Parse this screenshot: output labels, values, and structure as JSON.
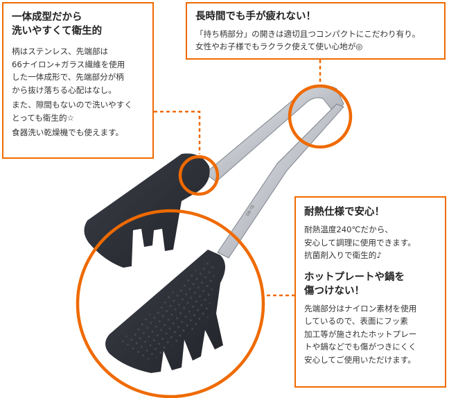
{
  "callout_molded": {
    "title_lines": [
      "一体成型だから",
      "洗いやすくて衛生的"
    ],
    "body_1_lines": [
      "柄はステンレス、先端部は",
      "66ナイロン+ガラス繊維を使用",
      "した一体成形で、先端部分が柄",
      "から抜け落ちる心配はなし。"
    ],
    "body_2_lines": [
      "また、隙間もないので洗いやすく",
      "とっても衛生的☆"
    ],
    "body_3": "食器洗い乾燥機でも使えます。"
  },
  "callout_handle": {
    "title": "長時間でも手が疲れない！",
    "body_lines": [
      "「持ち柄部分」の開きは適切且つコンパクトにこだわり有り。",
      "女性やお子様でもラクラク使えて使い心地が◎"
    ]
  },
  "callout_heat": {
    "title": "耐熱仕様で安心！",
    "body_lines": [
      "耐熱温度240℃だから、",
      "安心して調理に使用できます。",
      "抗菌剤入りで衛生的♪"
    ],
    "title_2_lines": [
      "ホットプレートや鍋を",
      "傷つけない！"
    ],
    "body_2_lines": [
      "先端部分はナイロン素材を使用",
      "しているので、表面にフッ素",
      "加工等が施されたホットプレー",
      "トや鍋などでも傷がつきにくく",
      "安心してご使用いただけます。"
    ]
  },
  "product_print": "DB-TE",
  "colors": {
    "accent": "#ef6a00",
    "nylon": "#2e3038",
    "steel": "#c9ccd1"
  }
}
